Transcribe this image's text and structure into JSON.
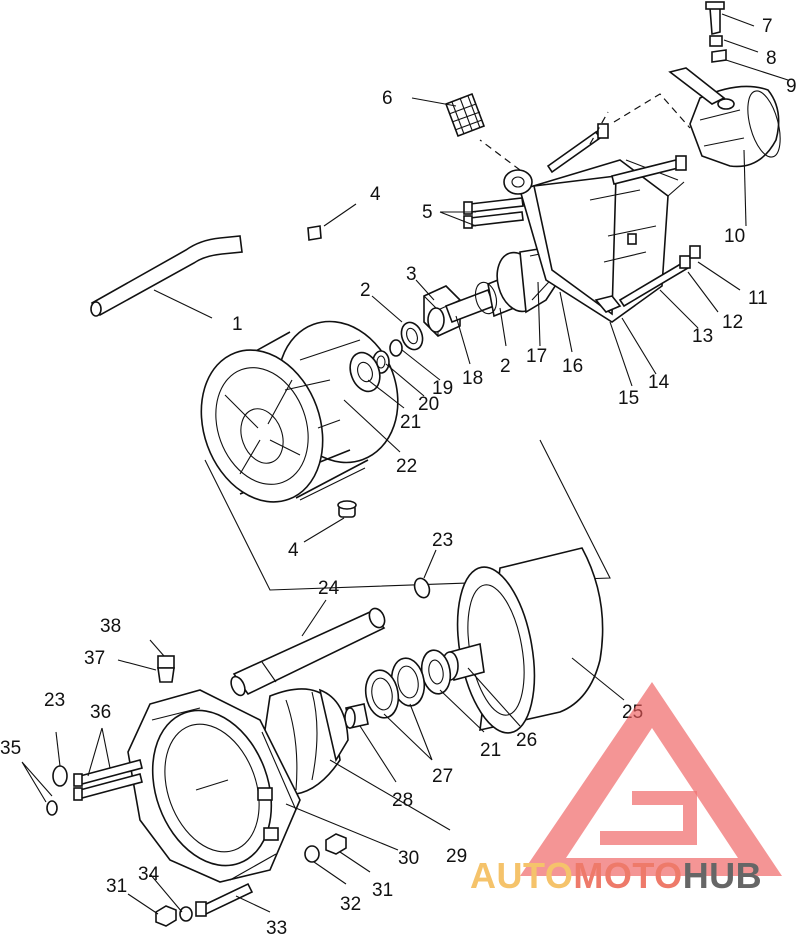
{
  "labels": {
    "p1": "1",
    "p2a": "2",
    "p2b": "2",
    "p3": "3",
    "p4a": "4",
    "p4b": "4",
    "p5": "5",
    "p6": "6",
    "p7": "7",
    "p8": "8",
    "p9": "9",
    "p10": "10",
    "p11": "11",
    "p12": "12",
    "p13": "13",
    "p14": "14",
    "p15": "15",
    "p16": "16",
    "p17": "17",
    "p18": "18",
    "p19": "19",
    "p20": "20",
    "p21a": "21",
    "p21b": "21",
    "p22": "22",
    "p23a": "23",
    "p23b": "23",
    "p24": "24",
    "p25": "25",
    "p26": "26",
    "p27": "27",
    "p28": "28",
    "p29": "29",
    "p30": "30",
    "p31a": "31",
    "p31b": "31",
    "p32": "32",
    "p33": "33",
    "p34": "34",
    "p35": "35",
    "p36": "36",
    "p37": "37",
    "p38": "38"
  },
  "watermark": {
    "part1": "AUTO",
    "part2": "MOTO",
    "part3": "HUB",
    "colors": {
      "light": "#f5c36b",
      "accent": "#ee5a5a",
      "dark": "#666666"
    }
  }
}
